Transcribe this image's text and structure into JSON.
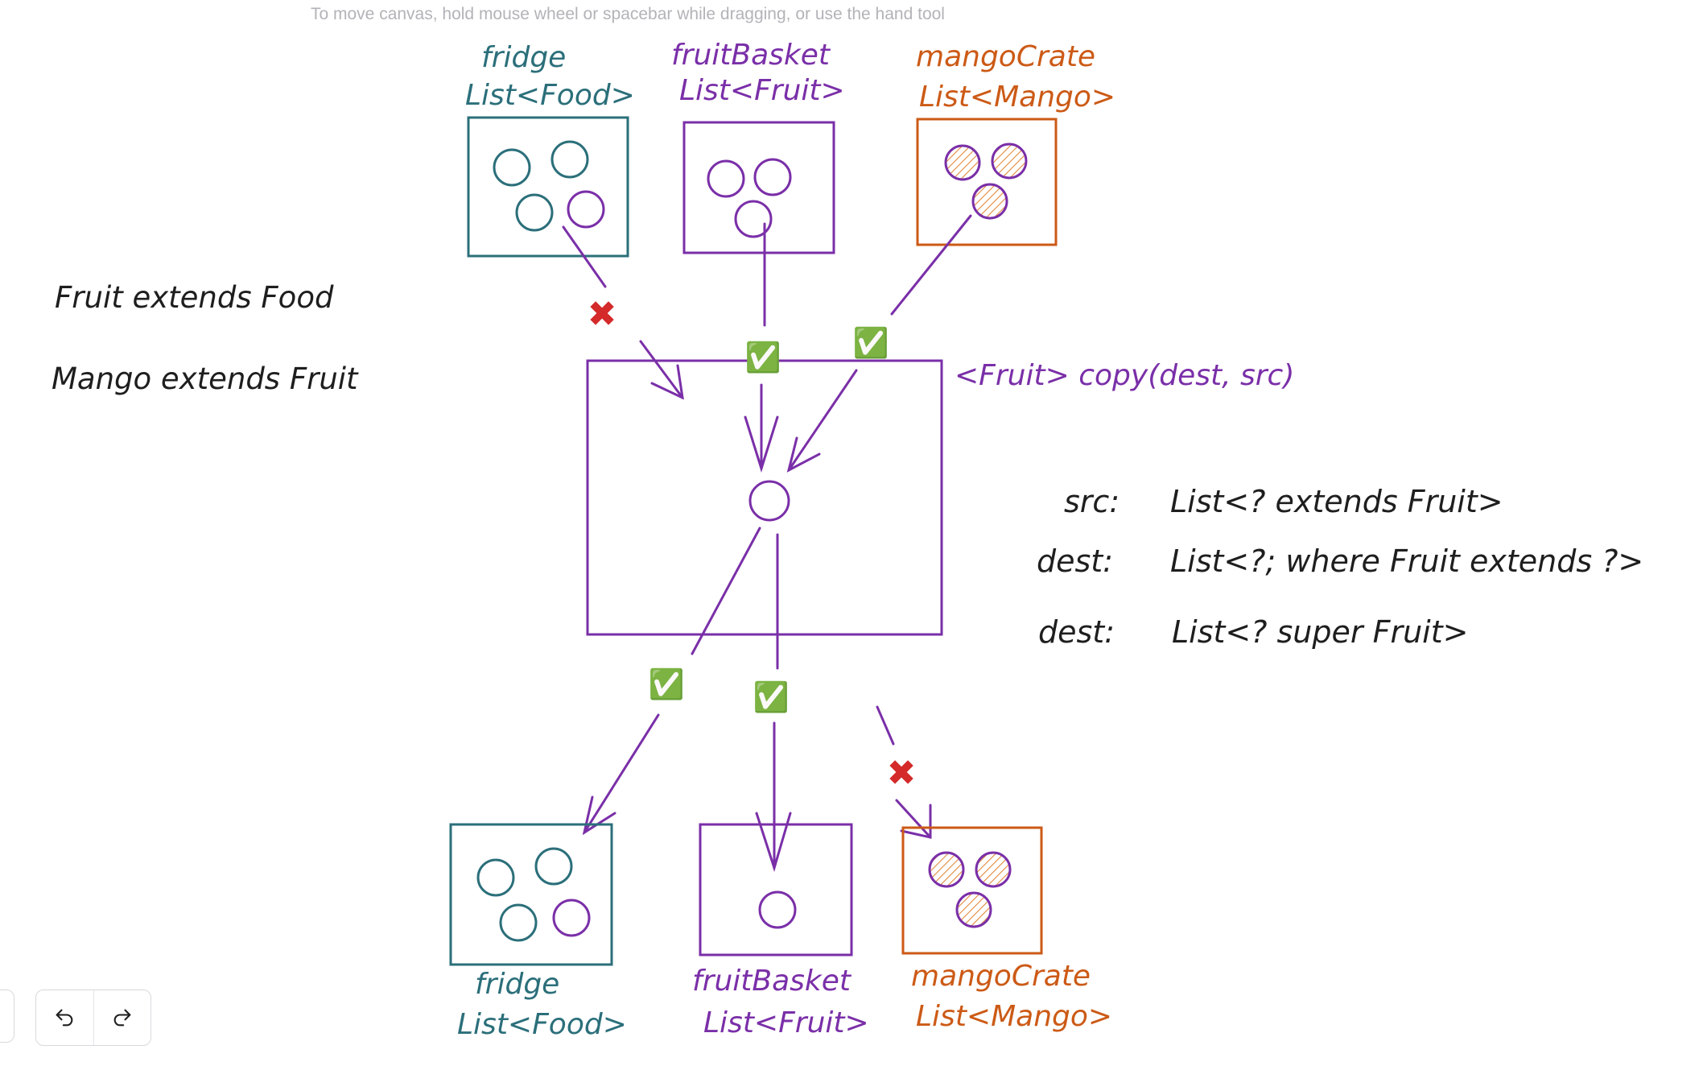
{
  "hint": "To move canvas, hold mouse wheel or spacebar while dragging, or use the hand tool",
  "colors": {
    "teal": "#2b6f7a",
    "purple": "#7a2fa8",
    "orange": "#cc5a16",
    "ink": "#1e1e1e",
    "cross": "#d42a2a",
    "check": "#3fa535"
  },
  "notes": {
    "fruit_extends_food": "Fruit extends Food",
    "mango_extends_fruit": "Mango extends Fruit"
  },
  "top": {
    "fridge": {
      "name": "fridge",
      "type": "List<Food>"
    },
    "fruitBasket": {
      "name": "fruitBasket",
      "type": "List<Fruit>"
    },
    "mangoCrate": {
      "name": "mangoCrate",
      "type": "List<Mango>"
    }
  },
  "bottom": {
    "fridge": {
      "name": "fridge",
      "type": "List<Food>"
    },
    "fruitBasket": {
      "name": "fruitBasket",
      "type": "List<Fruit>"
    },
    "mangoCrate": {
      "name": "mangoCrate",
      "type": "List<Mango>"
    }
  },
  "method": "<Fruit> copy(dest, src)",
  "signatures": {
    "src_label": "src:",
    "src_type": "List<? extends Fruit>",
    "dest1_label": "dest:",
    "dest1_type": "List<?; where Fruit extends ?>",
    "dest2_label": "dest:",
    "dest2_type": "List<? super Fruit>"
  },
  "marks": {
    "check": "✅",
    "cross": "✖"
  },
  "toolbar": {
    "undo_icon": "undo-icon",
    "redo_icon": "redo-icon"
  }
}
